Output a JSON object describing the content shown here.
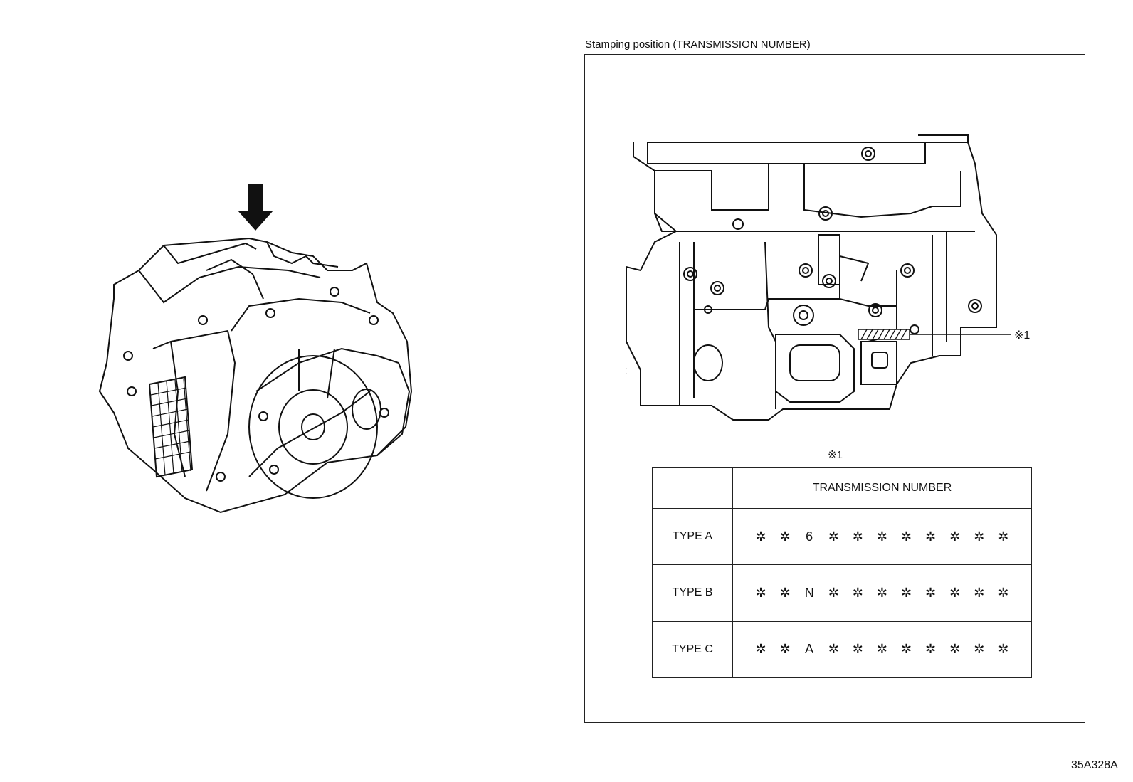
{
  "caption": "Stamping position (TRANSMISSION NUMBER)",
  "callout": {
    "marker": "※1"
  },
  "note_reference": "※1",
  "table": {
    "header": "TRANSMISSION NUMBER",
    "rows": [
      {
        "type": "TYPE A",
        "digits": [
          "✲",
          "✲",
          "6",
          "✲",
          "✲",
          "✲",
          "✲",
          "✲",
          "✲",
          "✲",
          "✲"
        ]
      },
      {
        "type": "TYPE B",
        "digits": [
          "✲",
          "✲",
          "N",
          "✲",
          "✲",
          "✲",
          "✲",
          "✲",
          "✲",
          "✲",
          "✲"
        ]
      },
      {
        "type": "TYPE C",
        "digits": [
          "✲",
          "✲",
          "A",
          "✲",
          "✲",
          "✲",
          "✲",
          "✲",
          "✲",
          "✲",
          "✲"
        ]
      }
    ]
  },
  "figure_code": "35A328A",
  "icons": [
    "down-arrow-icon",
    "hatched-stamp-area-icon"
  ]
}
